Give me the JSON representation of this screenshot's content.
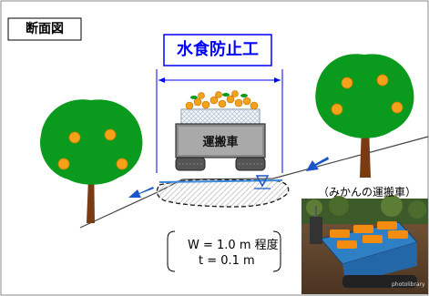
{
  "section_label": "断面図",
  "title": "水食防止工",
  "vehicle_label": "運搬車",
  "photo_caption": "（みかんの運搬車）",
  "spec": {
    "width": "W = 1.0 m 程度",
    "thickness": "t = 0.1 m"
  },
  "photo_credit": "photolibrary",
  "colors": {
    "title_blue": "#0000ff",
    "arrow_blue": "#1a55c9",
    "foliage_green": "#0a9a1d",
    "orange_fruit": "#f5a21a",
    "trunk_brown": "#7a3a12"
  }
}
